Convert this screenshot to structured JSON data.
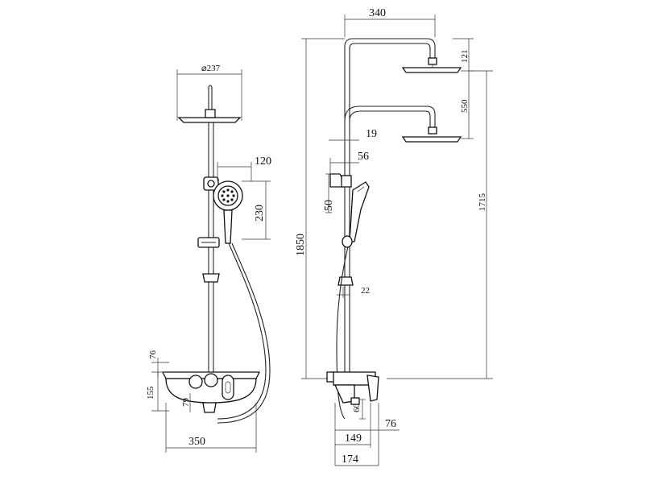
{
  "front_view": {
    "head_diameter": "⌀237",
    "handshower_width": "120",
    "handshower_height": "230",
    "shelf_offset": "76",
    "shelf_height": "155",
    "spout_height": "79",
    "overall_width": "350"
  },
  "side_view": {
    "arm_reach": "340",
    "head_thickness": "121",
    "head_spacing": "550",
    "pipe_diameter": "19",
    "bracket_offset": "56",
    "bracket_height": "50",
    "wall_to_head": "1715",
    "overall_height": "1850",
    "slider_offset": "22",
    "spout_drop": "60",
    "valve_depth": "149",
    "spout_projection": "76",
    "total_depth": "174"
  }
}
